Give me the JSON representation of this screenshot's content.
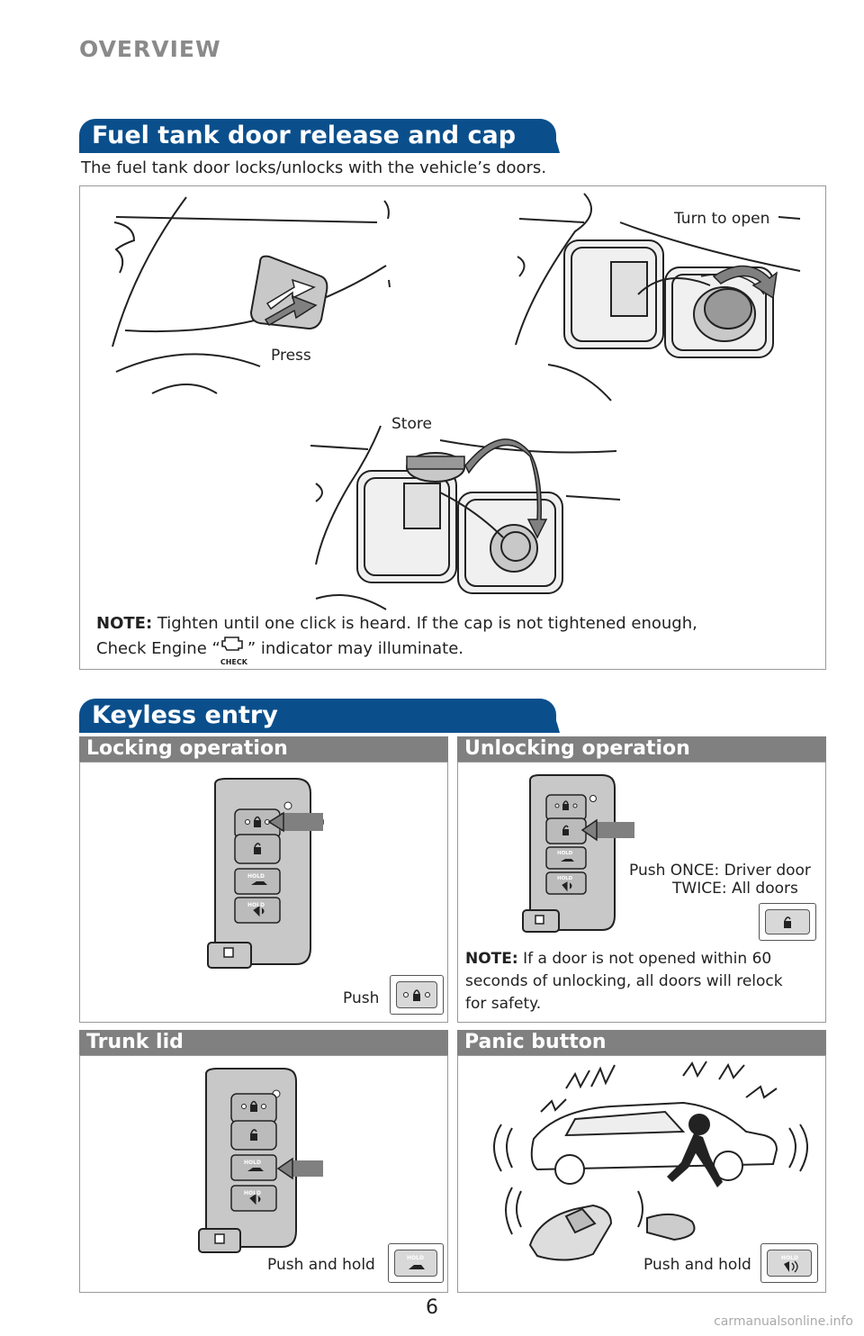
{
  "header": {
    "section": "OVERVIEW"
  },
  "fuel": {
    "title": "Fuel tank door release and cap",
    "intro": "The fuel tank door locks/unlocks with the vehicle’s doors.",
    "press_label": "Press",
    "turn_label": "Turn to open",
    "store_label": "Store",
    "note_label": "NOTE:",
    "note_line1": " Tighten until one click is heard. If the cap is not tightened enough,",
    "note_line2_a": "Check Engine “",
    "note_line2_b": "” indicator may illuminate.",
    "check_icon_text": "CHECK"
  },
  "keyless": {
    "title": "Keyless entry",
    "locking": {
      "title": "Locking operation",
      "caption": "Push"
    },
    "unlocking": {
      "title": "Unlocking operation",
      "caption_line1": "Push  ONCE: Driver door",
      "caption_line2": "TWICE: All doors",
      "note_label": "NOTE:",
      "note_line1": " If a door is not opened within 60",
      "note_line2": "seconds of unlocking, all doors will relock",
      "note_line3": "for safety."
    },
    "trunk": {
      "title": "Trunk lid",
      "caption": "Push and hold"
    },
    "panic": {
      "title": "Panic button",
      "caption": "Push and hold"
    },
    "hold_text": "HOLD"
  },
  "footer": {
    "page_number": "6",
    "watermark": "carmanualsonline.info"
  },
  "colors": {
    "banner": "#0a4f8c",
    "subheader": "#808080",
    "fob": "#c8c8c8",
    "arrow": "#808080"
  }
}
